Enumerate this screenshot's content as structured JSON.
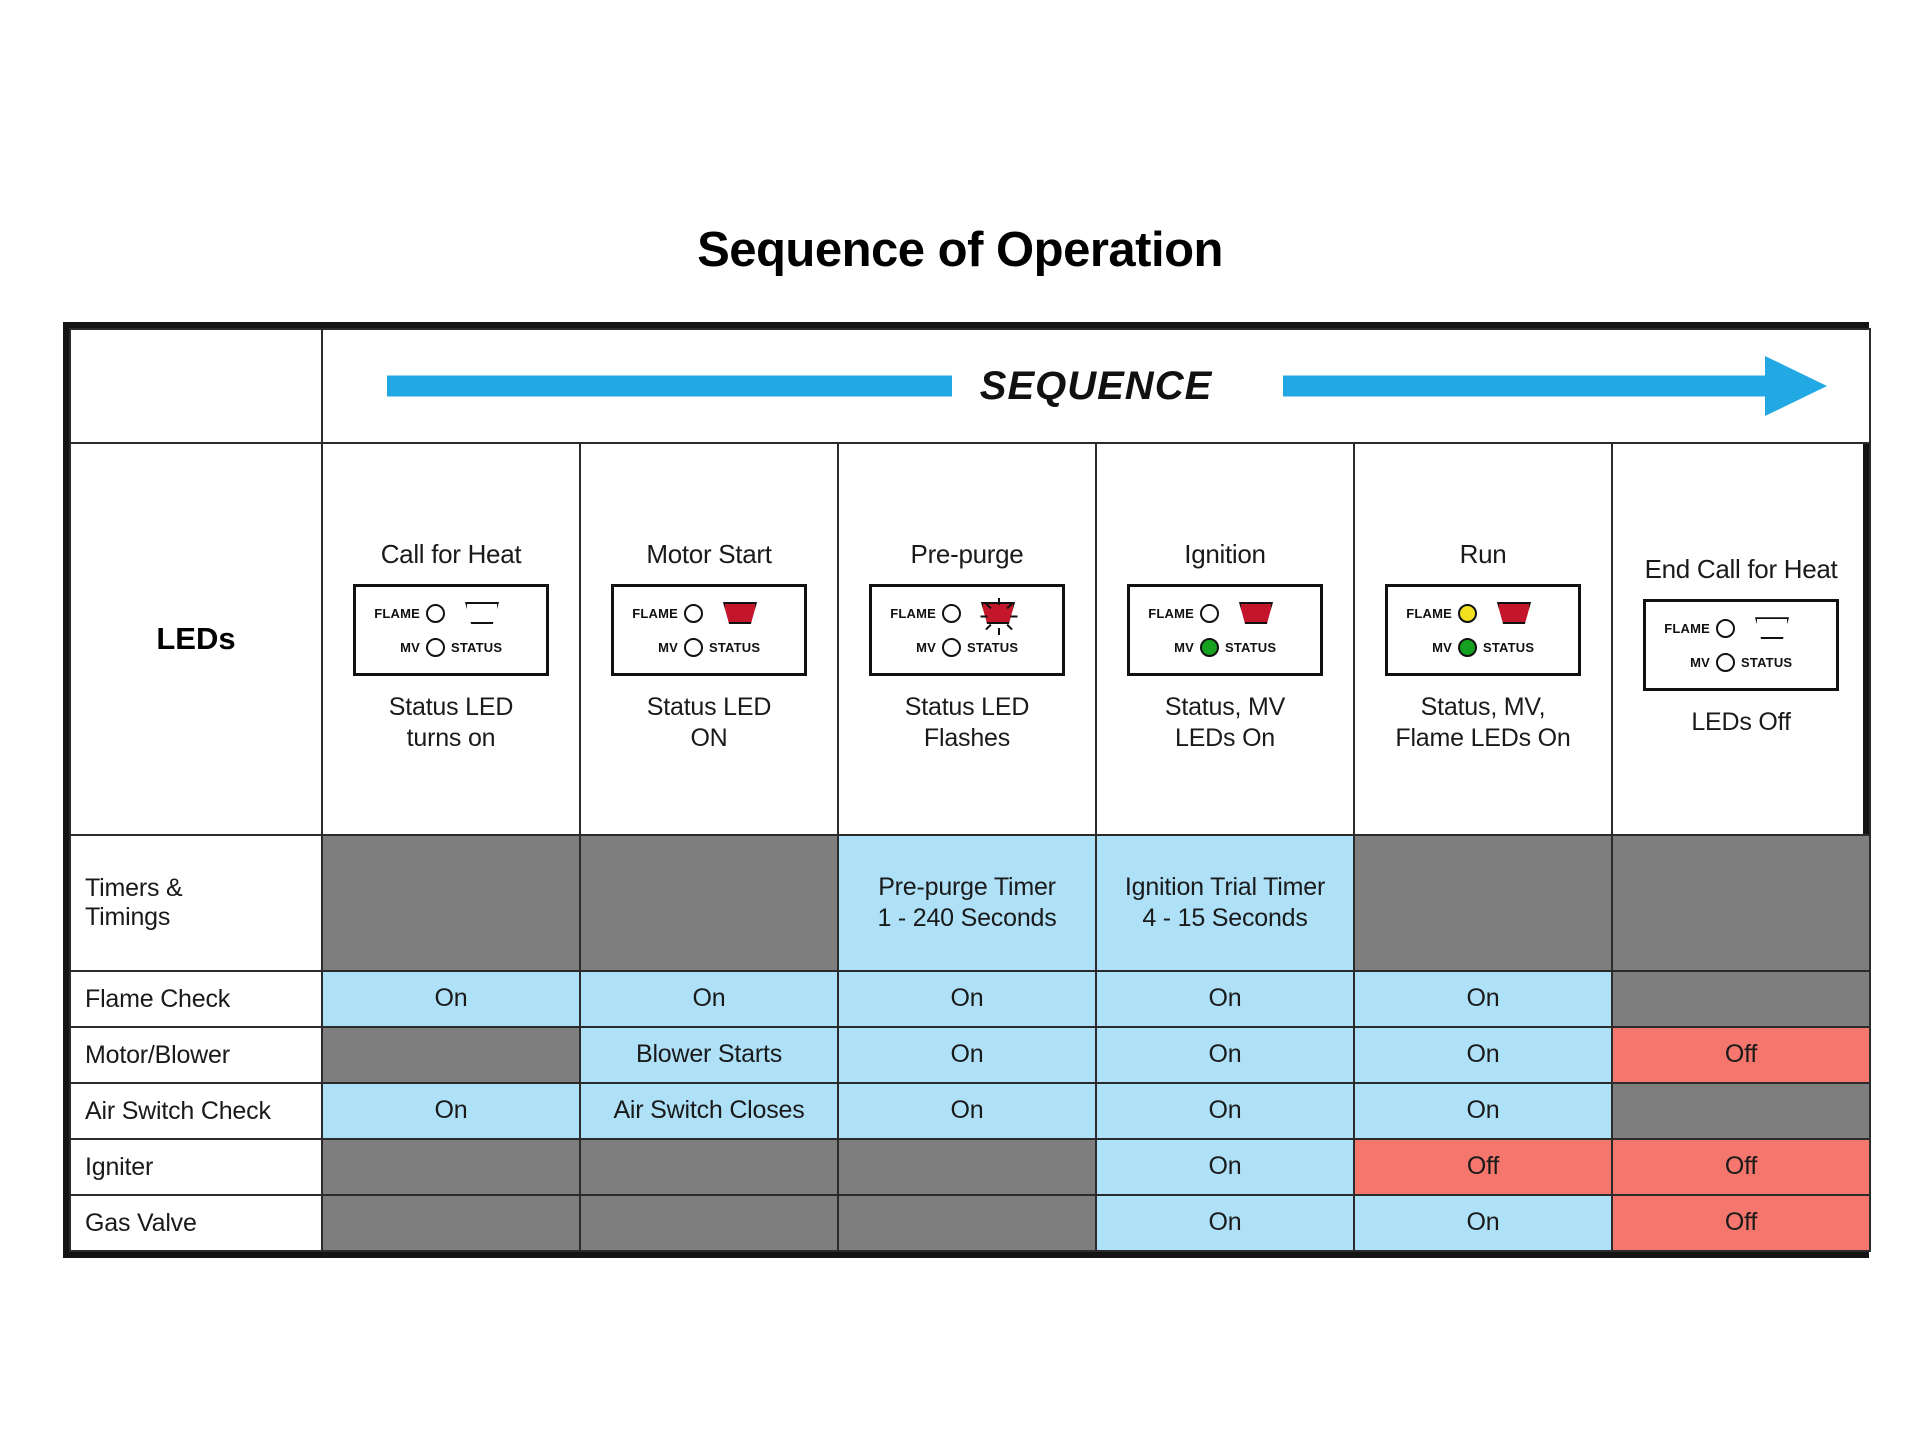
{
  "title": "Sequence of Operation",
  "banner": {
    "label": "SEQUENCE",
    "arrow_icon": "right-arrow-icon",
    "accent_color": "#22a8e2"
  },
  "colors": {
    "state_on": "#aee0f7",
    "state_inactive": "#7e7e7e",
    "state_off": "#f4766c",
    "led_red": "#c3162a",
    "led_green": "#16a020",
    "led_yellow": "#f2e01f",
    "accent": "#22a8e2"
  },
  "leds_row_label": "LEDs",
  "led_panel_labels": {
    "flame": "FLAME",
    "mv": "MV",
    "status": "STATUS"
  },
  "phases": [
    {
      "name": "Call for Heat",
      "flame_led": "off",
      "mv_led": "off",
      "status_led": "off",
      "status_flashing": false,
      "caption_lines": [
        "Status LED",
        "turns on"
      ]
    },
    {
      "name": "Motor Start",
      "flame_led": "off",
      "mv_led": "off",
      "status_led": "red",
      "status_flashing": false,
      "caption_lines": [
        "Status LED",
        "ON"
      ]
    },
    {
      "name": "Pre-purge",
      "flame_led": "off",
      "mv_led": "off",
      "status_led": "red",
      "status_flashing": true,
      "caption_lines": [
        "Status LED",
        "Flashes"
      ]
    },
    {
      "name": "Ignition",
      "flame_led": "off",
      "mv_led": "green",
      "status_led": "red",
      "status_flashing": false,
      "caption_lines": [
        "Status, MV",
        "LEDs On"
      ]
    },
    {
      "name": "Run",
      "flame_led": "yellow",
      "mv_led": "green",
      "status_led": "red",
      "status_flashing": false,
      "caption_lines": [
        "Status, MV,",
        "Flame LEDs On"
      ]
    },
    {
      "name": "End Call for Heat",
      "flame_led": "off",
      "mv_led": "off",
      "status_led": "off",
      "status_flashing": false,
      "caption_lines": [
        "LEDs Off"
      ]
    }
  ],
  "rows": [
    {
      "label": "Timers & Timings",
      "label_lines": [
        "Timers &",
        "Timings"
      ],
      "cells": [
        {
          "text": "",
          "state": "inactive"
        },
        {
          "text": "",
          "state": "inactive"
        },
        {
          "text": "Pre-purge Timer\n1 - 240 Seconds",
          "state": "on"
        },
        {
          "text": "Ignition Trial Timer\n4 - 15 Seconds",
          "state": "on"
        },
        {
          "text": "",
          "state": "inactive"
        },
        {
          "text": "",
          "state": "inactive"
        }
      ]
    },
    {
      "label": "Flame Check",
      "label_lines": [
        "Flame Check"
      ],
      "cells": [
        {
          "text": "On",
          "state": "on"
        },
        {
          "text": "On",
          "state": "on"
        },
        {
          "text": "On",
          "state": "on"
        },
        {
          "text": "On",
          "state": "on"
        },
        {
          "text": "On",
          "state": "on"
        },
        {
          "text": "",
          "state": "inactive"
        }
      ]
    },
    {
      "label": "Motor/Blower",
      "label_lines": [
        "Motor/Blower"
      ],
      "cells": [
        {
          "text": "",
          "state": "inactive"
        },
        {
          "text": "Blower Starts",
          "state": "on"
        },
        {
          "text": "On",
          "state": "on"
        },
        {
          "text": "On",
          "state": "on"
        },
        {
          "text": "On",
          "state": "on"
        },
        {
          "text": "Off",
          "state": "off"
        }
      ]
    },
    {
      "label": "Air Switch Check",
      "label_lines": [
        "Air Switch Check"
      ],
      "cells": [
        {
          "text": "On",
          "state": "on"
        },
        {
          "text": "Air Switch Closes",
          "state": "on"
        },
        {
          "text": "On",
          "state": "on"
        },
        {
          "text": "On",
          "state": "on"
        },
        {
          "text": "On",
          "state": "on"
        },
        {
          "text": "",
          "state": "inactive"
        }
      ]
    },
    {
      "label": "Igniter",
      "label_lines": [
        "Igniter"
      ],
      "cells": [
        {
          "text": "",
          "state": "inactive"
        },
        {
          "text": "",
          "state": "inactive"
        },
        {
          "text": "",
          "state": "inactive"
        },
        {
          "text": "On",
          "state": "on"
        },
        {
          "text": "Off",
          "state": "off"
        },
        {
          "text": "Off",
          "state": "off"
        }
      ]
    },
    {
      "label": "Gas Valve",
      "label_lines": [
        "Gas Valve"
      ],
      "cells": [
        {
          "text": "",
          "state": "inactive"
        },
        {
          "text": "",
          "state": "inactive"
        },
        {
          "text": "",
          "state": "inactive"
        },
        {
          "text": "On",
          "state": "on"
        },
        {
          "text": "On",
          "state": "on"
        },
        {
          "text": "Off",
          "state": "off"
        }
      ]
    }
  ]
}
